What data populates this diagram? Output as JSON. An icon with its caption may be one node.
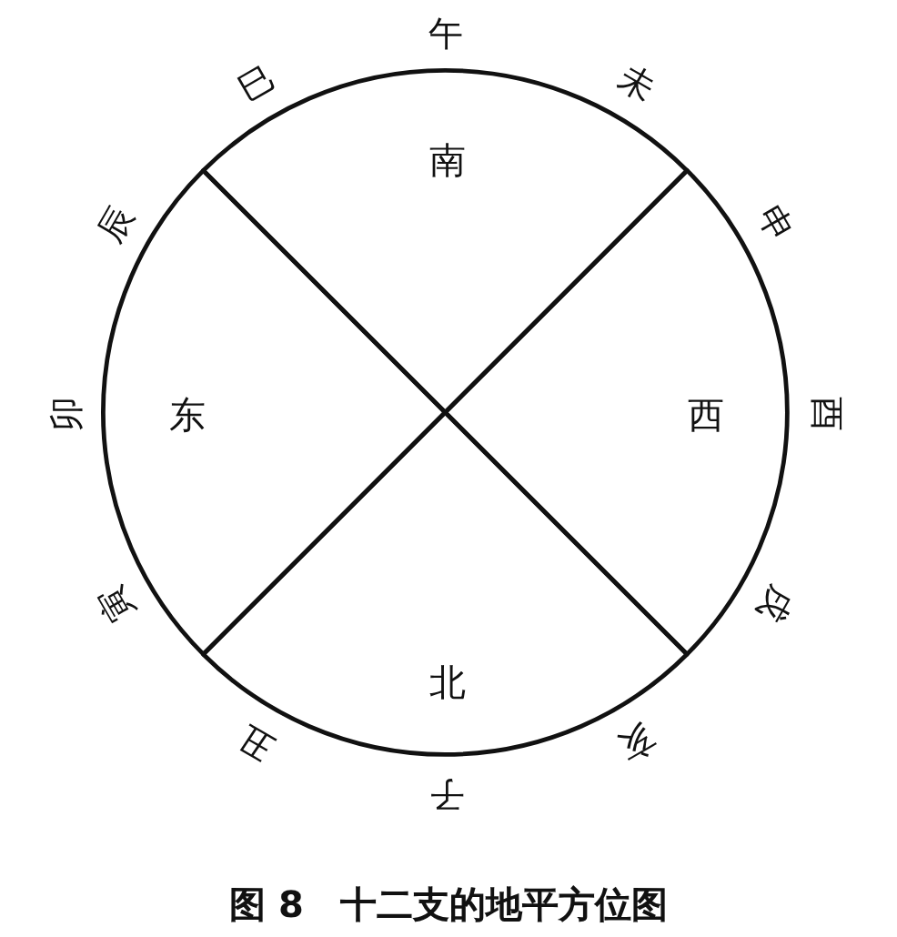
{
  "diagram": {
    "caption": "图 8　十二支的地平方位图",
    "nodes": [
      {
        "text": [
          "南"
        ],
        "beside": [
          "巳",
          "午",
          "未"
        ]
      },
      {
        "text": [
          "东"
        ],
        "beside": [
          "辰",
          "卯",
          "寅"
        ]
      },
      {
        "text": [
          "西"
        ],
        "beside": [
          "申",
          "酉",
          "戌"
        ]
      },
      {
        "text": [
          "北"
        ],
        "beside": [
          "丑",
          "子",
          "亥"
        ]
      }
    ]
  }
}
